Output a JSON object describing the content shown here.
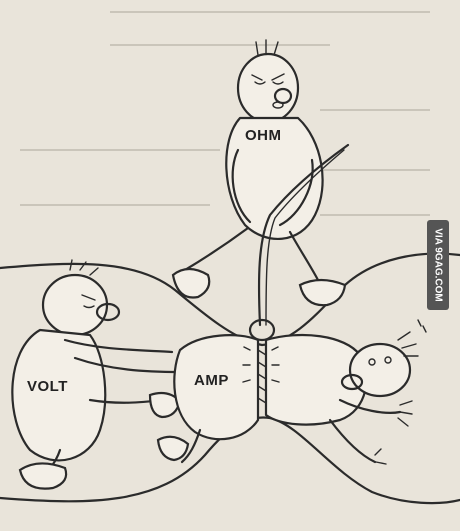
{
  "labels": {
    "ohm": "OHM",
    "volt": "VOLT",
    "amp": "AMP"
  },
  "watermark": "VIA 9GAG.COM",
  "colors": {
    "paper": "#e9e4da",
    "ink": "#2b2b2b"
  }
}
